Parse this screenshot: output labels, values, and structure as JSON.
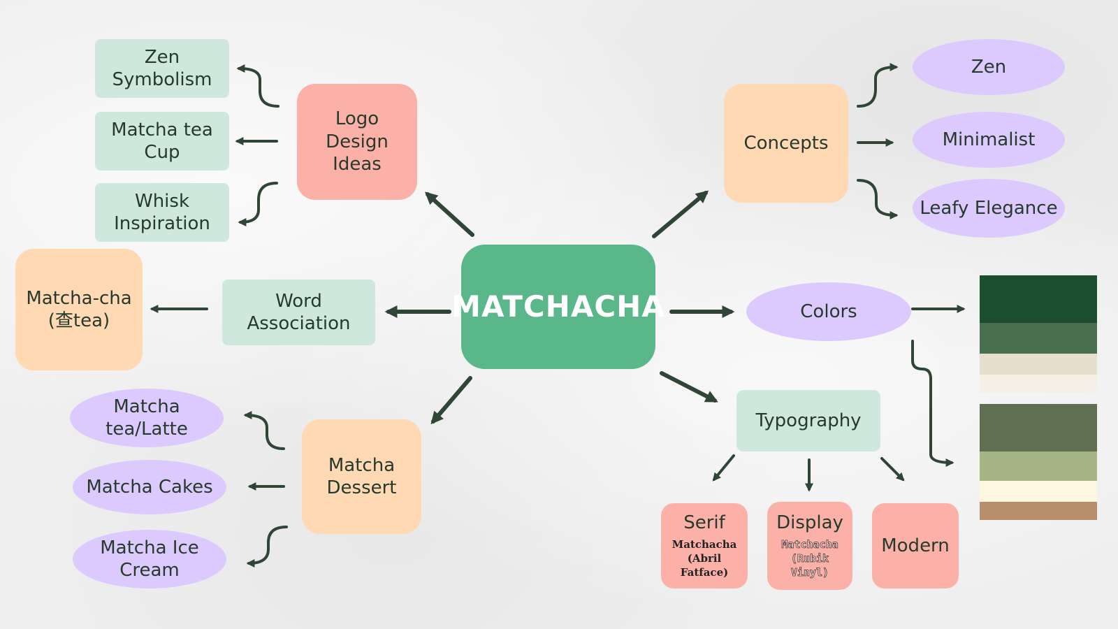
{
  "center": {
    "label": "MATCHACHA"
  },
  "logo": {
    "label": "Logo Design Ideas",
    "items": [
      "Zen Symbolism",
      "Matcha tea Cup",
      "Whisk Inspiration"
    ]
  },
  "word_association": {
    "label": "Word Association",
    "result": "Matcha-cha (查tea)"
  },
  "dessert": {
    "label": "Matcha Dessert",
    "items": [
      "Matcha tea/Latte",
      "Matcha Cakes",
      "Matcha Ice Cream"
    ]
  },
  "concepts": {
    "label": "Concepts",
    "items": [
      "Zen",
      "Minimalist",
      "Leafy Elegance"
    ]
  },
  "colors": {
    "label": "Colors",
    "palette": [
      "#1b4d2e",
      "#4a6f4c",
      "#e6dfcc",
      "#f5efe6",
      "#5f7052",
      "#a6b585",
      "#fdf7e1",
      "#b78e6c"
    ]
  },
  "typography": {
    "label": "Typography",
    "serif": {
      "label": "Serif",
      "sample": "Matchacha",
      "font": "(Abril Fatface)"
    },
    "display": {
      "label": "Display",
      "sample": "Matchacha",
      "font": "(Rubik Vinyl)"
    },
    "modern": {
      "label": "Modern"
    }
  },
  "style": {
    "center": "#5ab78a",
    "mint": "#cfe8dd",
    "peach": "#ffd8b4",
    "salmon": "#fbb1a8",
    "lilac": "#dccaff",
    "arrow": "#2f4535"
  }
}
